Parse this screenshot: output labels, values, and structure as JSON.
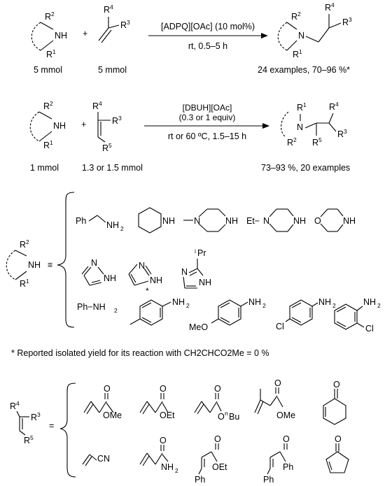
{
  "scheme1": {
    "reagent": "[ADPQ][OAc] (10 mol%)",
    "conditions": "rt, 0.5–5 h",
    "amine_amount": "5 mmol",
    "alkene_amount": "5 mmol",
    "plus": "+",
    "result": "24 examples, 70–96 %*"
  },
  "scheme2": {
    "reagent_line1": "[DBUH][OAc]",
    "reagent_line2": "(0.3 or 1 equiv)",
    "conditions": "rt or 60 ºC, 1.5–15 h",
    "amine_amount": "1 mmol",
    "alkene_amount": "1.3 or 1.5 mmol",
    "plus": "+",
    "result": "73–93 %, 20 examples"
  },
  "labels": {
    "R1": "R",
    "R2": "R",
    "R3": "R",
    "R4": "R",
    "R5": "R",
    "s1": "1",
    "s2": "2",
    "s3": "3",
    "s4": "4",
    "s5": "5",
    "N": "N",
    "NH": "NH",
    "NH2": "NH",
    "two": "2",
    "Ph": "Ph",
    "Et": "Et",
    "O": "O",
    "Cl": "Cl",
    "MeO": "MeO",
    "OMe": "OMe",
    "OEt": "OEt",
    "CN": "CN",
    "iPr": "Pr",
    "i": "i",
    "nBu_n": "n",
    "nBu": "Bu",
    "O_Bu": "O",
    "star": "*",
    "equiv": "≡",
    "equals": "=",
    "PhNH2": "Ph−NH",
    "EtN": "Et−"
  },
  "footnote": "* Reported isolated yield for its reaction with CH2CHCO2Me = 0 %"
}
